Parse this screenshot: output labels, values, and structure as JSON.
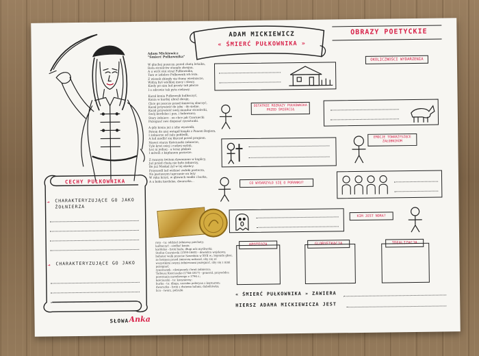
{
  "header": {
    "author": "ADAM MICKIEWICZ",
    "title": "« ŚMIERĆ PUŁKOWNIKA »",
    "section": "OBRAZY POETYCKIE"
  },
  "poem": {
    "author": "Adam Mickiewicz",
    "title": "\"Śmierć Pułkownika\"",
    "stanzas": [
      [
        "W głuchej puszczy, przed chatą leśnika,",
        "Rota strzelców stanęła zbrojna,",
        "A u wrót stoi straż Pułkownika,",
        "Tam w izdebce Pułkownik ich leża.",
        "Z wiosek zbiegły się tłumy wieśniacze,",
        "Widzą byś wielkiej mocy i sławy,",
        "Kiedy po nim lud prosty tak płacze",
        "I o zdrowie tak pyta ciekawy."
      ],
      [
        "Kazał konia Pułkownik kulbaczyć,",
        "Konia w kardej ubrał zbroję,",
        "Chce go jeszcze przed śmiercią obaczyć,",
        "Kazał przywieść do izby - do siebie.",
        "Kazał przywieść swój mundur strzelecki,",
        "Swój kordelas i pas, i ładownicę;",
        "Stary żołnierz - on chce jak Czarniecki",
        "Pożegnać swe dogasać rynsztunki."
      ],
      [
        "A gdy konia już z izby wywiedli,",
        "Potem do niej wstąpił ksiądz z Panem Bogiem,",
        "I żołnierze od żalu pobledli,",
        "A lud modlić się klęczał przed progiem.",
        "Nawet starzy Kościuszki żołnierze,",
        "Tyle krwi swej i cudzej wylali,",
        "Łez ni jednej - a teraz płakali",
        "I mówili z kapłanem pacierze."
      ],
      [
        "Z rannym świtem dzwoniono w kaplicy,",
        "Już przed chatą nie było żołnierzy,",
        "Bo już Moskal żył w tej okolicy.",
        "Przyszedł lud widzieć zwłoki pasterza,",
        "Na pastuszym tapczanie on leży",
        "W ręku krzyż, w głowach siodło i burka,",
        "A u boku kordelas, dwururka..."
      ]
    ]
  },
  "glossary": [
    "rota - tu: oddział żołnierzy piechoty;",
    "kulbaczyć - siodłać konia;",
    "kordelas - broń biała, długi nóż myśliwski;",
    "Stefan Czarniecki (1599-1665) - dowódca wojskowy,",
    "bohater walk przeciw Szwedom w XVII w.; legenda głosi,",
    "że hetman przed śmiercią nakazał, aby się ze",
    "wszystkimi swymi żołnierzami pożegnać, aby się z nimi",
    "pożegnać;",
    "rynsztunek - ekwipunek i broń żołnierza;",
    "Tadeusz Kościuszko (1746-1817) - generał, przywódca",
    "powstania narodowego z 1794 r.;",
    "kościuszki - tu: kosynierzy;",
    "burka - tu: długa, szeroka peleryna z kapturem;",
    "dwururka - broń z dwiema lufami, dubeltówka;",
    "lica - twarz, policzki"
  ],
  "left_panel": {
    "title": "CECHY PUŁKOWNIKA",
    "item1": "CHARAKTERYZUJĄCE GO JAKO ŻOŁNIERZA",
    "item2": "CHARAKTERYZUJĄCE GO JAKO"
  },
  "labels": {
    "circumstances": "OKOLICZNOŚCI WYDARZENIA",
    "last_moments": "OSTATNIE ROZKAZY PUŁKOWNIKA PRZED ŚMIERCIĄ",
    "emotions": "EMOCJE TOWARZYSZĄCE ŻAŁOBNIKOM",
    "after_death": "CO WYDARZYŁO SIĘ O PORANKU?",
    "who": "KIM JEST NORA?",
    "apotheosis": "APOTEOZA",
    "glorification": "GLORYFIKACJA",
    "idealization": "IDEALIZACJA"
  },
  "footer": {
    "line1": "« ŚMIERĆ PUŁKOWNIKA » ZAWIERA",
    "line2": "HIERSZ ADAMA MICKIEWICZA JEST",
    "signature_prefix": "SŁOWA",
    "signature_name": "Anka"
  },
  "colors": {
    "accent": "#d8234a",
    "ink": "#222222",
    "paper": "#f7f6f2",
    "wood": "#8a7155",
    "gold": "#c9a23a"
  },
  "icons": [
    "saber-icon",
    "house-icon",
    "cross-icon",
    "horse-icon",
    "coin-icon",
    "ghost-icon"
  ]
}
